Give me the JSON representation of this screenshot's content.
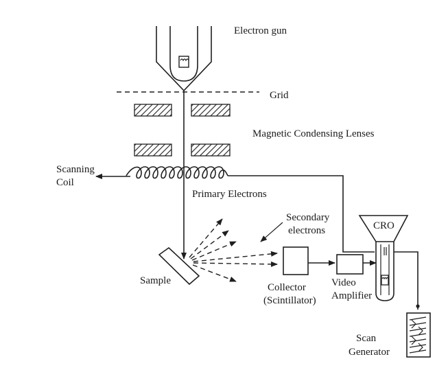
{
  "labels": {
    "electron_gun": "Electron gun",
    "grid": "Grid",
    "magnetic_condensing_lenses": "Magnetic Condensing Lenses",
    "scanning_coil_line1": "Scanning",
    "scanning_coil_line2": "Coil",
    "primary_electrons": "Primary Electrons",
    "secondary_electrons_line1": "Secondary",
    "secondary_electrons_line2": "electrons",
    "cro": "CRO",
    "sample": "Sample",
    "collector_line1": "Collector",
    "collector_line2": "(Scintillator)",
    "video_amplifier_line1": "Video",
    "video_amplifier_line2": "Amplifier",
    "scan_generator_line1": "Scan",
    "scan_generator_line2": "Generator"
  },
  "colors": {
    "ink": "#1f1f1f",
    "background": "#ffffff"
  }
}
